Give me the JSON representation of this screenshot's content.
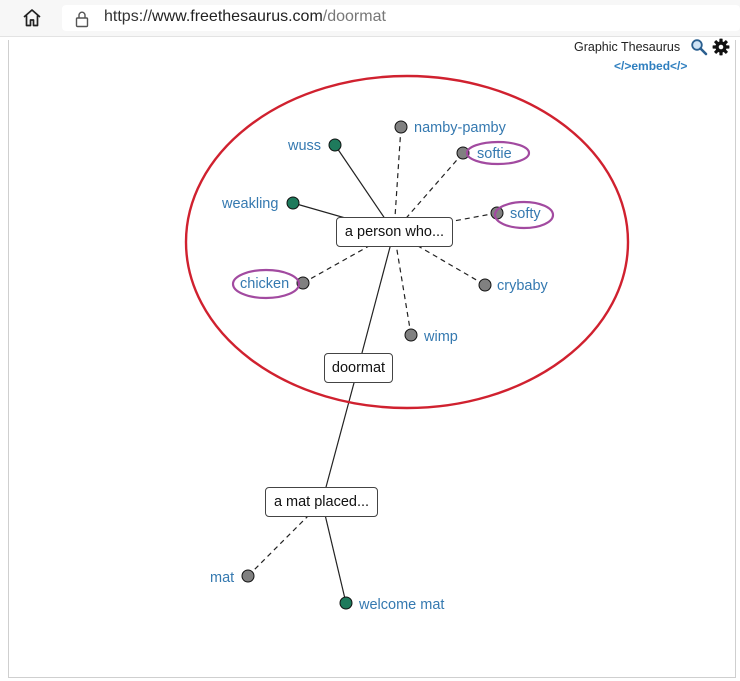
{
  "browser": {
    "url_scheme": "https://",
    "url_host": "www.freethesaurus.com",
    "url_path": "/doormat"
  },
  "header": {
    "title": "Graphic Thesaurus",
    "embed_label": "</>embed</>"
  },
  "graph": {
    "root": "doormat",
    "sense_nodes": [
      "a person who...",
      "a mat placed..."
    ],
    "synonyms_sense_1": [
      "wuss",
      "namby-pamby",
      "softie",
      "weakling",
      "softy",
      "chicken",
      "crybaby",
      "wimp"
    ],
    "synonyms_sense_2": [
      "mat",
      "welcome mat"
    ],
    "highlighted_words": [
      "softie",
      "softy",
      "chicken"
    ],
    "colors": {
      "link": "#3579b0",
      "strong_node": "#1e7a5c",
      "weak_node": "#808080",
      "annotation_ellipse": "#d0212f",
      "annotation_highlight": "#a24aa0"
    }
  }
}
